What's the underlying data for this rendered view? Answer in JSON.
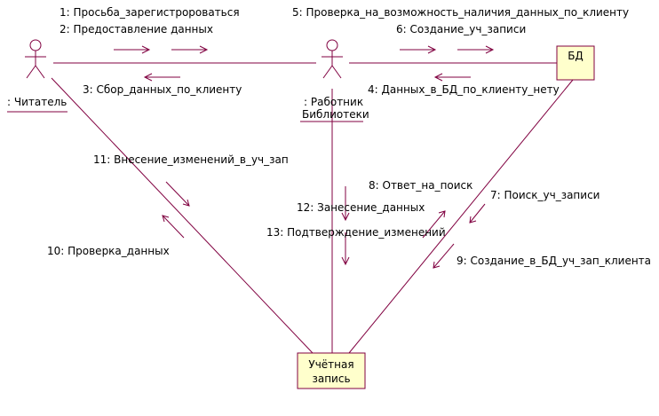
{
  "colors": {
    "link": "#800040",
    "box_fill": "#ffffcc",
    "text": "#000000"
  },
  "actors": {
    "reader": {
      "label": ": Читатель"
    },
    "librarian": {
      "label_line1": ": Работник",
      "label_line2": "Библиотеки"
    }
  },
  "objects": {
    "db": {
      "label": "БД"
    },
    "record": {
      "label_line1": "Учётная",
      "label_line2": "запись"
    }
  },
  "messages": {
    "m1": "1: Просьба_зарегистророваться",
    "m2": "2: Предоставление данных",
    "m3": "3: Сбор_данных_по_клиенту",
    "m4": "4: Данных_в_БД_по_клиенту_нету",
    "m5": "5: Проверка_на_возможность_наличия_данных_по_клиенту",
    "m6": "6: Создание_уч_записи",
    "m7": "7: Поиск_уч_записи",
    "m8": "8: Ответ_на_поиск",
    "m9": "9: Создание_в_БД_уч_зап_клиента",
    "m10": "10: Проверка_данных",
    "m11": "11: Внесение_изменений_в_уч_зап",
    "m12": "12: Занесение_данных",
    "m13": "13: Подтверждение_изменений"
  }
}
